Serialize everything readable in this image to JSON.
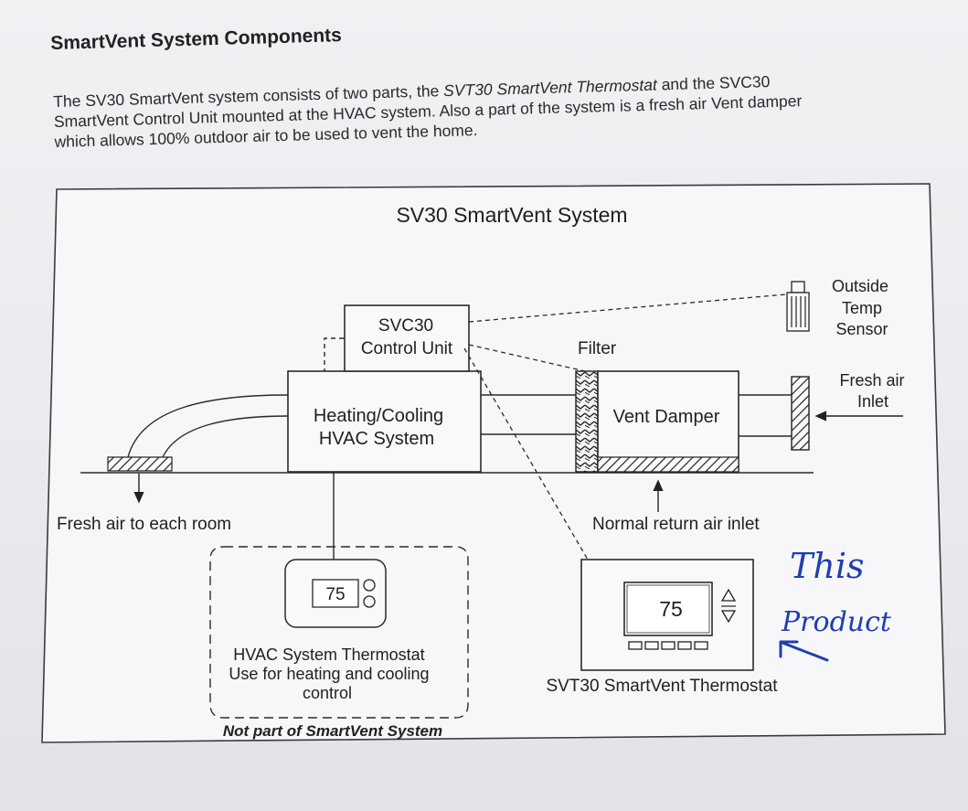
{
  "heading": "SmartVent System Components",
  "intro": {
    "line1_a": "The SV30 SmartVent system consists of two parts, the ",
    "line1_b": "SVT30 SmartVent Thermostat",
    "line1_c": " and the SVC30",
    "line2": "SmartVent Control Unit mounted at the HVAC system.  Also a part of the system is a fresh air Vent damper",
    "line3": "which allows 100% outdoor air to be used to vent the home."
  },
  "diagram": {
    "title": "SV30 SmartVent System",
    "control_unit": {
      "line1": "SVC30",
      "line2": "Control Unit"
    },
    "hvac": {
      "line1": "Heating/Cooling",
      "line2": "HVAC System"
    },
    "filter": "Filter",
    "vent_damper": "Vent Damper",
    "outside_temp": {
      "line1": "Outside",
      "line2": "Temp",
      "line3": "Sensor"
    },
    "fresh_air_inlet": {
      "line1": "Fresh air",
      "line2": "Inlet"
    },
    "fresh_air_rooms": "Fresh air to each room",
    "return_air": "Normal return air inlet",
    "hvac_thermostat": {
      "display": "75",
      "line1": "HVAC System Thermostat",
      "line2": "Use for heating and cooling",
      "line3": "control"
    },
    "not_part": "Not part of SmartVent System",
    "svt30": {
      "display": "75",
      "label": "SVT30 SmartVent Thermostat"
    }
  },
  "handwriting": {
    "line1": "This",
    "line2": "Product"
  }
}
